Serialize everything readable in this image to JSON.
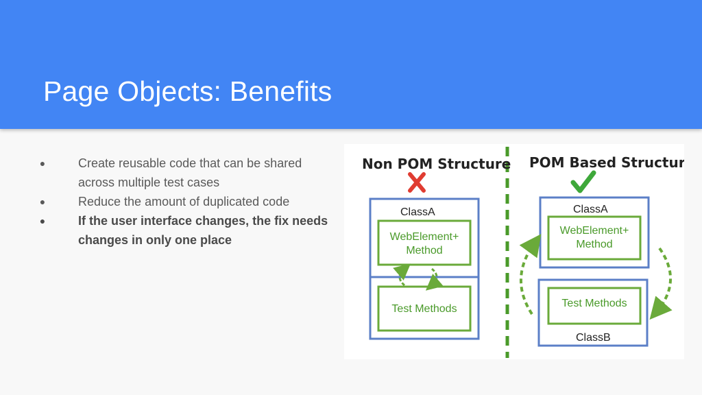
{
  "slide": {
    "title": "Page Objects: Benefits",
    "bullets": [
      {
        "text": "Create reusable code that can be shared across multiple test cases",
        "bold": false
      },
      {
        "text": "Reduce the amount of duplicated code",
        "bold": false
      },
      {
        "text": "If the user interface changes, the fix needs changes in only one place",
        "bold": true
      }
    ]
  },
  "diagram": {
    "left_panel": {
      "heading": "Non POM Structure",
      "mark_icon": "cross-icon",
      "class_label": "ClassA",
      "webelement_line1": "WebElement+",
      "webelement_line2": "Method",
      "test_methods": "Test Methods"
    },
    "right_panel": {
      "heading": "POM Based Structure",
      "mark_icon": "check-icon",
      "class_a_label": "ClassA",
      "webelement_line1": "WebElement+",
      "webelement_line2": "Method",
      "test_methods": "Test Methods",
      "class_b_label": "ClassB"
    },
    "colors": {
      "blue_border": "#5b7fc7",
      "green_border": "#6aaa3a",
      "green_text": "#4a9a2a",
      "cross": "#e03c31",
      "check": "#3ea83a"
    }
  }
}
